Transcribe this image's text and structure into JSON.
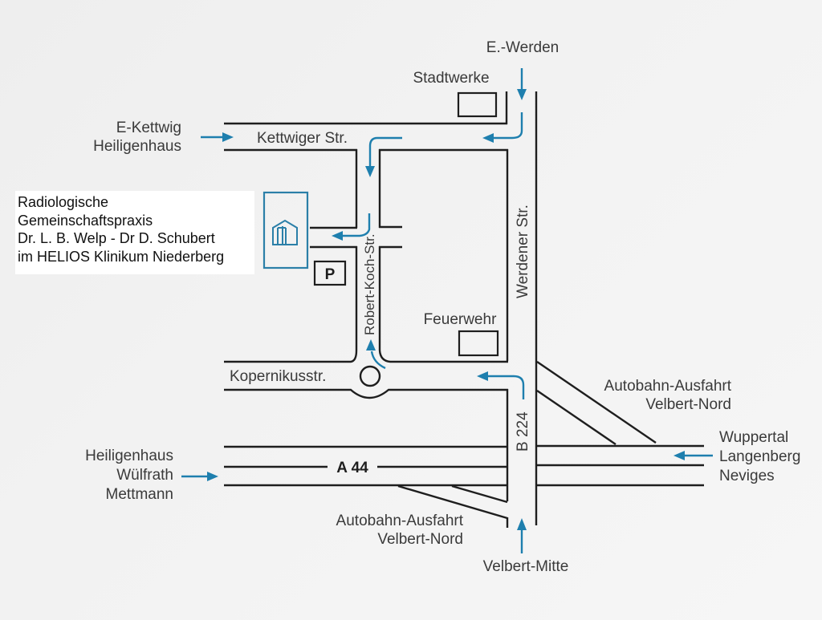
{
  "map": {
    "colors": {
      "route": "#1e7fae",
      "road": "#1e1e1e",
      "label": "#3a3a3a",
      "background": "#f1f1f1"
    },
    "info_box": {
      "lines": [
        "Radiologische",
        "Gemeinschaftspraxis",
        "Dr. L. B. Welp - Dr D. Schubert",
        "im HELIOS Klinikum Niederberg"
      ]
    },
    "streets": {
      "kettwiger": "Kettwiger Str.",
      "werdener": "Werdener Str.",
      "robert_koch": "Robert-Koch-Str.",
      "kopernikus": "Kopernikusstr.",
      "b224": "B 224",
      "a44": "A 44"
    },
    "landmarks": {
      "stadtwerke": "Stadtwerke",
      "feuerwehr": "Feuerwehr",
      "parking": "P",
      "hospital_icon": "hospital-building-icon"
    },
    "directions": {
      "werden": "E.-Werden",
      "kettwig": [
        "E-Kettwig",
        "Heiligenhaus"
      ],
      "west_a44": [
        "Heiligenhaus",
        "Wülfrath",
        "Mettmann"
      ],
      "east_a44": [
        "Wuppertal",
        "Langenberg",
        "Neviges"
      ],
      "velbert_mitte": "Velbert-Mitte"
    },
    "exits": {
      "north": [
        "Autobahn-Ausfahrt",
        "Velbert-Nord"
      ],
      "south": [
        "Autobahn-Ausfahrt",
        "Velbert-Nord"
      ]
    }
  }
}
